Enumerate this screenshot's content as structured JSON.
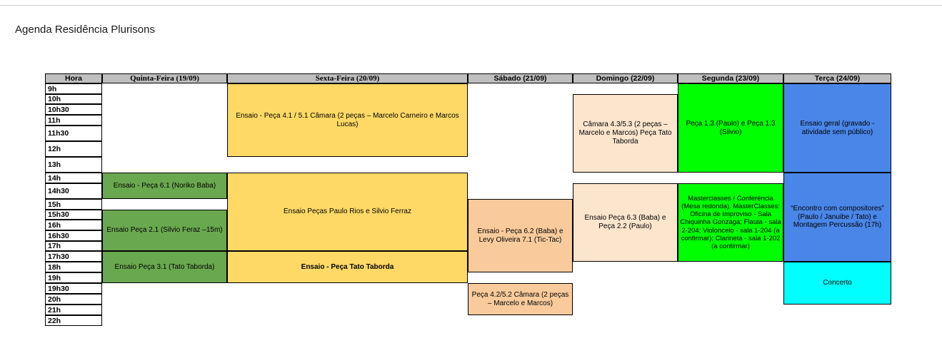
{
  "page_title": "Agenda Residência Plurisons",
  "colors": {
    "header_bg": "#BFBFBF",
    "quinta_green": "#6AA84F",
    "sexta_yellow": "#FFD966",
    "sabado_orange": "#F9CB9C",
    "domingo_peach": "#FCE5CD",
    "segunda_green": "#00FF00",
    "terca_blue": "#4A86E8",
    "concerto_cyan": "#00FFFF"
  },
  "table": {
    "hour_header": "Hora",
    "hours": [
      "9h",
      "10h",
      "10h30",
      "11h",
      "11h30",
      "12h",
      "13h",
      "14h",
      "14h30",
      "15h",
      "15h30",
      "16h",
      "16h30",
      "17h",
      "17h30",
      "18h",
      "19h",
      "19h30",
      "20h",
      "21h",
      "22h"
    ],
    "days": [
      {
        "label": "Quinta-Feira (19/09)",
        "events": [
          {
            "rows": "14h–14h30",
            "text": "Ensaio - Peça 6.1 (Noriko Baba)"
          },
          {
            "rows": "15h30–17h",
            "text": "Ensaio Peça 2.1 (Silvio Feraz –15m)"
          },
          {
            "rows": "17h30–19h",
            "text": "Ensaio Peça 3.1 (Tato Taborda)"
          }
        ]
      },
      {
        "label": "Sexta-Feira (20/09)",
        "events": [
          {
            "rows": "9h–12h",
            "text": "Ensaio - Peça 4.1 / 5.1 Câmara (2 peças – Marcelo Carneiro e Marcos Lucas)"
          },
          {
            "rows": "14h–17h",
            "text": "Ensaio Peças Paulo Rios e Silvio Ferraz"
          },
          {
            "rows": "17h30–19h",
            "text": "Ensaio - Peça Tato Taborda"
          }
        ]
      },
      {
        "label": "Sábado (21/09)",
        "events": [
          {
            "rows": "15h–18h",
            "text": "Ensaio - Peça 6.2 (Baba) e Levy Oliveira 7.1 (Tic-Tac)"
          },
          {
            "rows": "19h30–21h",
            "text": "Peça 4.2/5.2 Câmara (2 peças – Marcelo e Marcos)"
          }
        ]
      },
      {
        "label": "Domingo (22/09)",
        "events": [
          {
            "rows": "10h–13h",
            "text": "Câmara 4.3/5.3 (2 peças – Marcelo e Marcos) Peça Tato Taborda"
          },
          {
            "rows": "14h30–17h30",
            "text": "Ensaio Peça 6.3 (Baba) e Peça 2.2 (Paulo)"
          }
        ]
      },
      {
        "label": "Segunda (23/09)",
        "events": [
          {
            "rows": "9h–13h",
            "text": "Peça 1.3 (Paulo) e Peça 1.3 (Silvio)"
          },
          {
            "rows": "14h30–17h30",
            "text": "Masterclasses / Conferência (Mesa redonda). MasterClasses: Oficina de Improviso - Sala Chiquinha Gonzaga; Flauta - sala 2-204; Violoncelo - sala 1-204 (a confirmar); Clarineta - sala 1-202 (a confirmar)"
          }
        ]
      },
      {
        "label": "Terça (24/09)",
        "events": [
          {
            "rows": "9h–13h",
            "text": "Ensaio geral (gravado - atividade sem público)"
          },
          {
            "rows": "14h–17h30",
            "text": "“Encontro com compositores” (Paulo / Januibe / Tato) e Montagem Percussão (17h)"
          },
          {
            "rows": "18h–20h",
            "text": "Concerto"
          }
        ]
      }
    ]
  }
}
